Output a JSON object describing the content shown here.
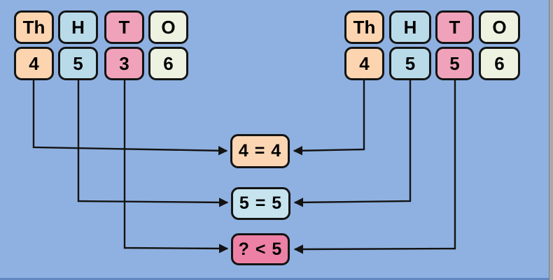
{
  "palette": {
    "background": "#8fb1e1",
    "thousands_fill": "#fcd5b0",
    "hundreds_fill": "#b9dbe9",
    "tens_fill": "#f0a2ba",
    "ones_fill": "#eef2e1",
    "compare_thousands_fill": "#fcd6b3",
    "compare_hundreds_fill": "#c6e3ee",
    "compare_tens_fill": "#ec81a5",
    "line_color": "#131313",
    "right_edge": "#a9a9a9",
    "bottom_edge": "#6287c3"
  },
  "left_number": {
    "labels": [
      "Th",
      "H",
      "T",
      "O"
    ],
    "digits": [
      "4",
      "5",
      "3",
      "6"
    ]
  },
  "right_number": {
    "labels": [
      "Th",
      "H",
      "T",
      "O"
    ],
    "digits": [
      "4",
      "5",
      "5",
      "6"
    ]
  },
  "comparisons": [
    {
      "text": "4 = 4"
    },
    {
      "text": "5 = 5"
    },
    {
      "text": "? < 5"
    }
  ]
}
